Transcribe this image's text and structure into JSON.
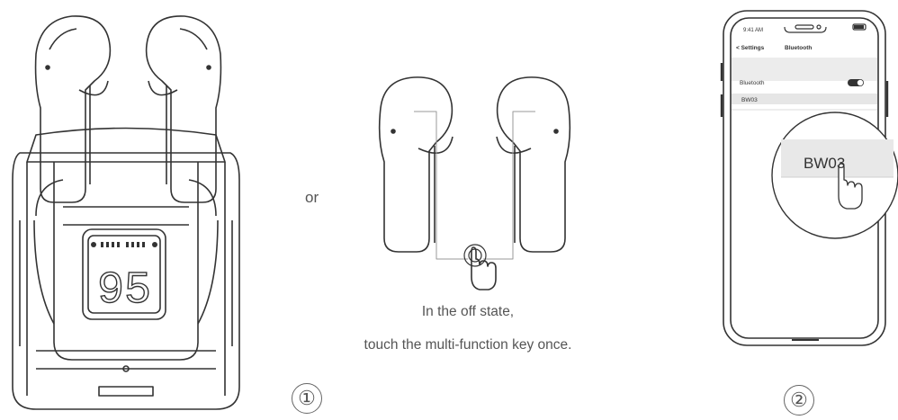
{
  "diagram": {
    "or_label": "or",
    "caption_line1": "In the off state,",
    "caption_line2": "touch the multi-function key once.",
    "step1": "①",
    "step2": "②",
    "case_display": "95",
    "phone": {
      "time": "9:41 AM",
      "back_label": "< Settings",
      "screen_title": "Bluetooth",
      "bluetooth_label": "Bluetooth",
      "device_name": "BW03"
    },
    "zoom_device_name": "BW03"
  }
}
